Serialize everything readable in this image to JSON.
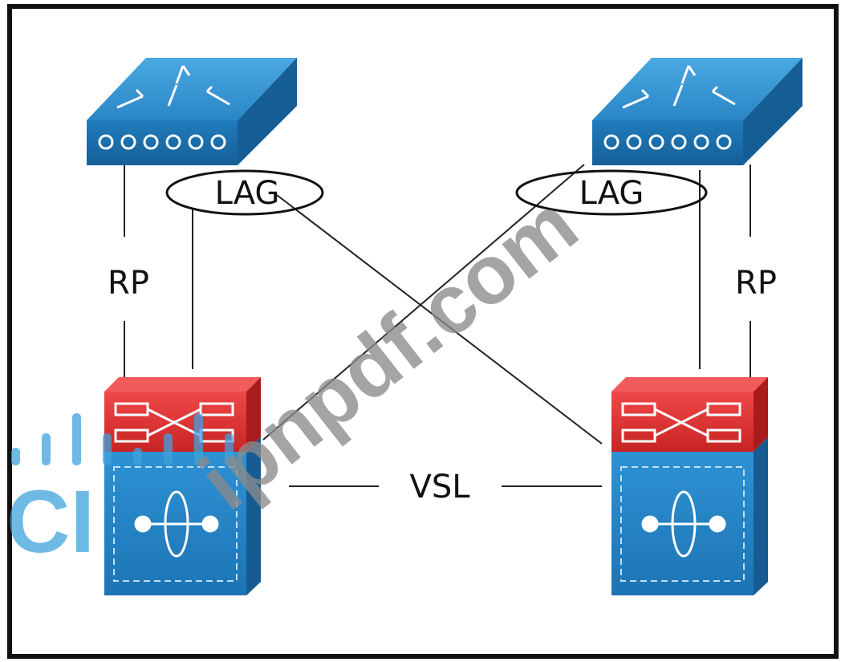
{
  "diagram": {
    "labels": {
      "lag_left": "LAG",
      "lag_right": "LAG",
      "rp_left": "RP",
      "rp_right": "RP",
      "vsl": "VSL"
    },
    "watermarks": {
      "site": "ipnpdf.com",
      "logo": "CI"
    },
    "colors": {
      "frame": "#111111",
      "switch_top": "#2f8fd0",
      "switch_front": "#1b6fae",
      "router_red": "#e23434",
      "router_red_dark": "#b51f1f",
      "chassis_blue": "#2486c9",
      "link_line": "#222222",
      "watermark": "#8a8a8a",
      "logo_watermark": "#3fa3dc"
    },
    "icons": {
      "access_switch": "layer3-switch-icon",
      "core_switch": "vss-core-switch-icon"
    }
  }
}
